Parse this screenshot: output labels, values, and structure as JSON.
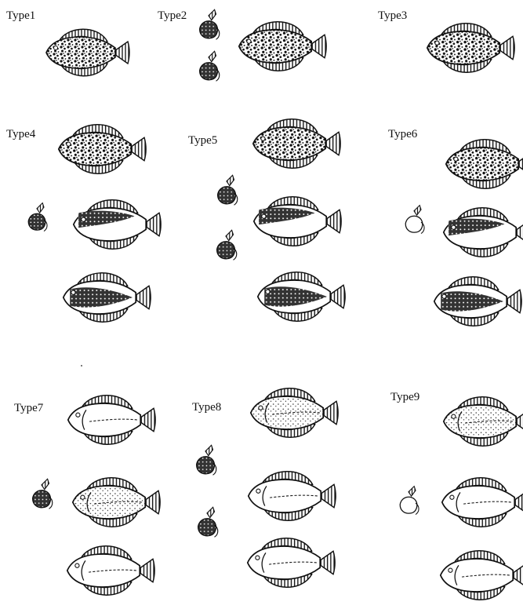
{
  "figure": {
    "types": [
      {
        "id": "type1",
        "label": "Type1"
      },
      {
        "id": "type2",
        "label": "Type2"
      },
      {
        "id": "type3",
        "label": "Type3"
      },
      {
        "id": "type4",
        "label": "Type4"
      },
      {
        "id": "type5",
        "label": "Type5"
      },
      {
        "id": "type6",
        "label": "Type6"
      },
      {
        "id": "type7",
        "label": "Type7"
      },
      {
        "id": "type8",
        "label": "Type8"
      },
      {
        "id": "type9",
        "label": "Type9"
      }
    ]
  }
}
